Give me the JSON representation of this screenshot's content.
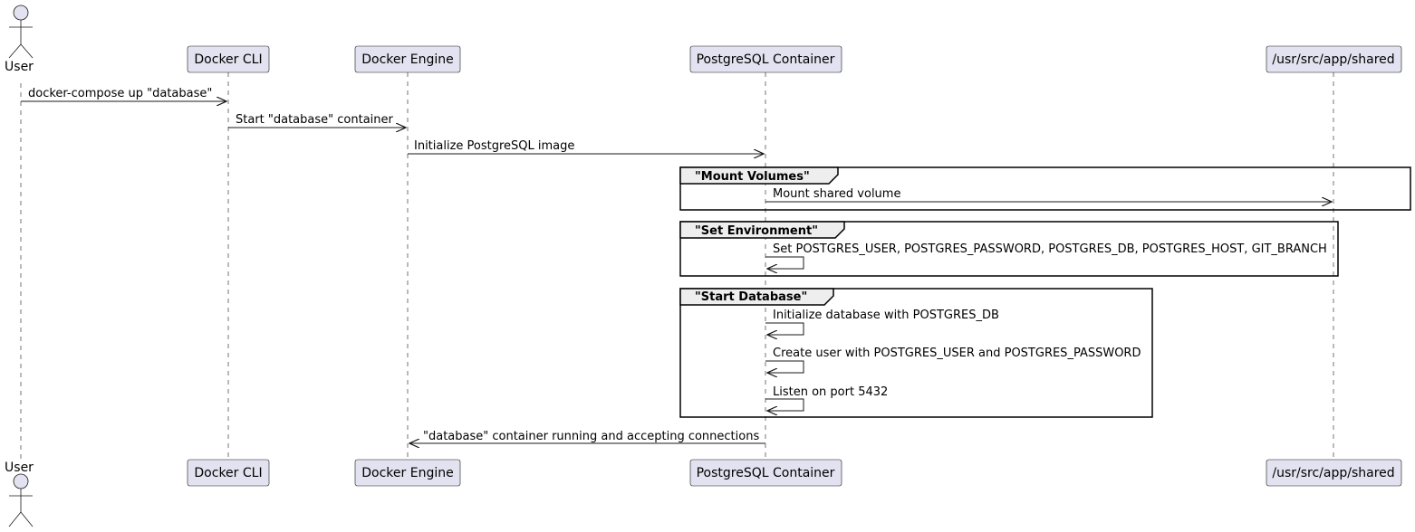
{
  "participants": [
    {
      "id": "user",
      "label": "User",
      "kind": "actor"
    },
    {
      "id": "cli",
      "label": "Docker CLI",
      "kind": "participant"
    },
    {
      "id": "engine",
      "label": "Docker Engine",
      "kind": "participant"
    },
    {
      "id": "pg",
      "label": "PostgreSQL Container",
      "kind": "participant"
    },
    {
      "id": "shared",
      "label": "/usr/src/app/shared",
      "kind": "participant"
    }
  ],
  "messages": [
    {
      "id": "m1",
      "from": "user",
      "to": "cli",
      "label": "docker-compose up \"database\""
    },
    {
      "id": "m2",
      "from": "cli",
      "to": "engine",
      "label": "Start \"database\" container"
    },
    {
      "id": "m3",
      "from": "engine",
      "to": "pg",
      "label": "Initialize PostgreSQL image"
    },
    {
      "id": "m4",
      "from": "pg",
      "to": "shared",
      "label": "Mount shared volume"
    },
    {
      "id": "m5",
      "from": "pg",
      "to": "pg",
      "label": "Set POSTGRES_USER, POSTGRES_PASSWORD, POSTGRES_DB, POSTGRES_HOST, GIT_BRANCH"
    },
    {
      "id": "m6",
      "from": "pg",
      "to": "pg",
      "label": "Initialize database with POSTGRES_DB"
    },
    {
      "id": "m7",
      "from": "pg",
      "to": "pg",
      "label": "Create user with POSTGRES_USER and POSTGRES_PASSWORD"
    },
    {
      "id": "m8",
      "from": "pg",
      "to": "pg",
      "label": "Listen on port 5432"
    },
    {
      "id": "m9",
      "from": "pg",
      "to": "engine",
      "label": "\"database\" container running and accepting connections"
    }
  ],
  "groups": [
    {
      "id": "g1",
      "title": "\"Mount Volumes\""
    },
    {
      "id": "g2",
      "title": "\"Set Environment\""
    },
    {
      "id": "g3",
      "title": "\"Start Database\""
    }
  ]
}
